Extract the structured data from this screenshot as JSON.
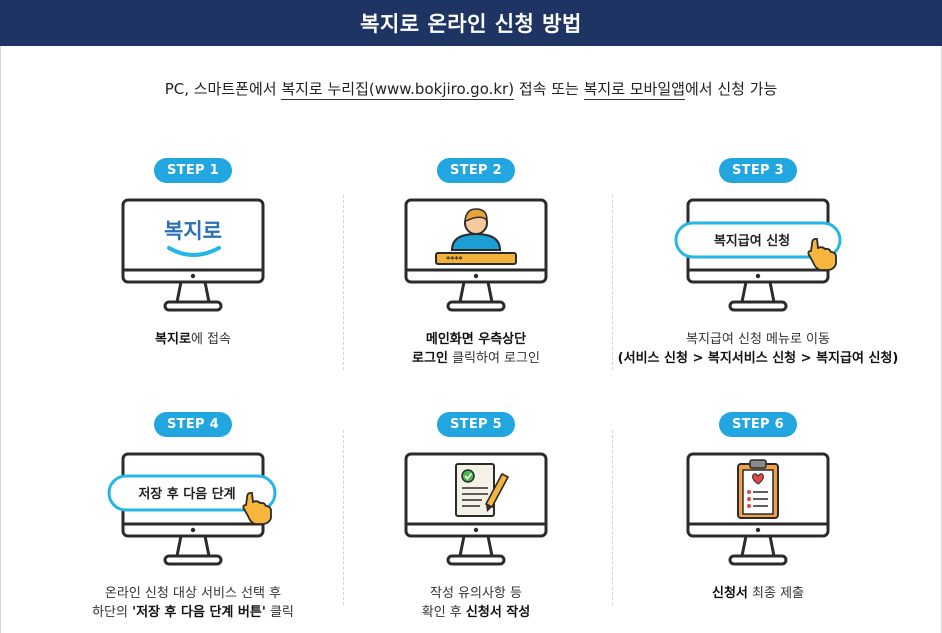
{
  "header": {
    "title": "복지로 온라인 신청 방법"
  },
  "intro": {
    "p1": "PC, 스마트폰에서 ",
    "u1": "복지로 누리집(www.bokjiro.go.kr)",
    "p2": " 접속 또는 ",
    "u2": "복지로 모바일앱",
    "p3": "에서 신청 가능"
  },
  "steps": [
    {
      "badge": "STEP 1",
      "logo_text": "복지로",
      "cap_b1": "복지로",
      "cap_t1": "에 접속"
    },
    {
      "badge": "STEP 2",
      "password_mask": "****",
      "cap_b1": "메인화면 우측상단",
      "cap_b2": "로그인",
      "cap_t2": " 클릭하여 로그인"
    },
    {
      "badge": "STEP 3",
      "pill_text": "복지급여 신청",
      "cap_t1": "복지급여 신청 메뉴로 이동",
      "cap_b2": "(서비스 신청 > 복지서비스 신청 > 복지급여 신청)"
    },
    {
      "badge": "STEP 4",
      "pill_text": "저장 후  다음 단계",
      "cap_t1": "온라인 신청 대상 서비스 선택 후",
      "cap_t2a": "하단의 ",
      "cap_b2": "'저장 후 다음 단계 버튼'",
      "cap_t2b": " 클릭"
    },
    {
      "badge": "STEP 5",
      "cap_t1": "작성 유의사항 등",
      "cap_t2": "확인 후 ",
      "cap_b2": "신청서 작성"
    },
    {
      "badge": "STEP 6",
      "cap_b1": "신청서",
      "cap_t1": " 최종 제출"
    }
  ],
  "icons": {
    "step1": "monitor-with-bokjiro-logo-icon",
    "step2": "monitor-with-user-login-icon",
    "step3": "monitor-with-apply-button-icon",
    "step4": "monitor-with-next-step-button-icon",
    "step5": "monitor-with-document-pen-icon",
    "step6": "monitor-with-clipboard-icon"
  },
  "colors": {
    "header_bg": "#1e3564",
    "badge": "#21a6df",
    "monitor": "#2b2b2b",
    "logo": "#2a6fb8",
    "smile": "#26b6e6",
    "pill_border": "#26b6e6",
    "hand": "#f6b53c"
  }
}
